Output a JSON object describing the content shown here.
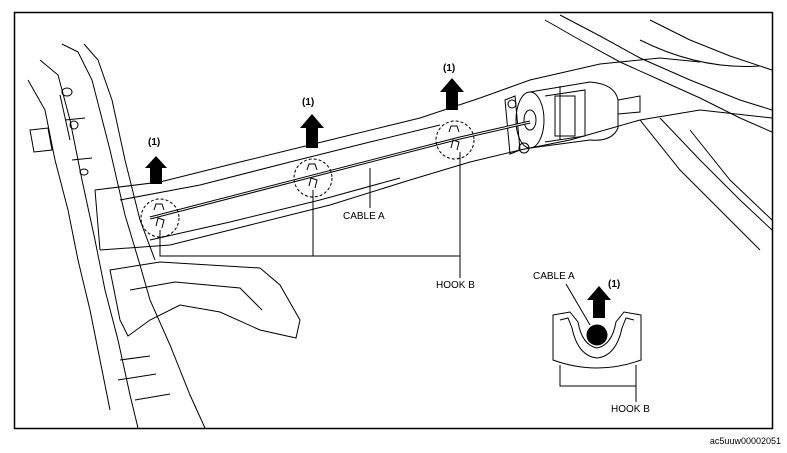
{
  "labels": {
    "arrow_callout": "(1)",
    "cable_a": "CABLE A",
    "hook_b": "HOOK B",
    "detail_cable_a": "CABLE A",
    "detail_hook_b": "HOOK B"
  },
  "figure_code": "ac5uuw00002051"
}
